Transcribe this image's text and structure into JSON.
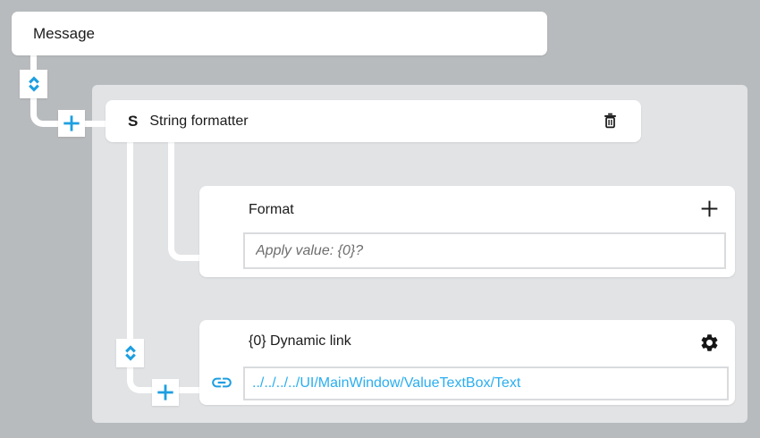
{
  "colors": {
    "background": "#b8bbbd",
    "panel": "#e1e3e5",
    "card": "#ffffff",
    "connector": "#ffffff",
    "accent_blue": "#1e9fe0",
    "link_text_blue": "#2aaef0",
    "text": "#1b1b1b",
    "input_border": "#d9dbdd",
    "placeholder_text": "#6e6e6e"
  },
  "message_node": {
    "title": "Message"
  },
  "connectors": {
    "reorder_icon": "unfold-more-icon",
    "add_icon": "plus-icon"
  },
  "string_formatter": {
    "icon_letter": "S",
    "title": "String formatter",
    "delete_icon": "trash-icon"
  },
  "format_section": {
    "label": "Format",
    "add_icon": "plus-icon",
    "input_value": "",
    "input_placeholder": "Apply value: {0}?"
  },
  "dynamic_link_section": {
    "label": "{0} Dynamic link",
    "settings_icon": "gear-icon",
    "link_icon": "link-icon",
    "input_value": "../../../../UI/MainWindow/ValueTextBox/Text"
  }
}
